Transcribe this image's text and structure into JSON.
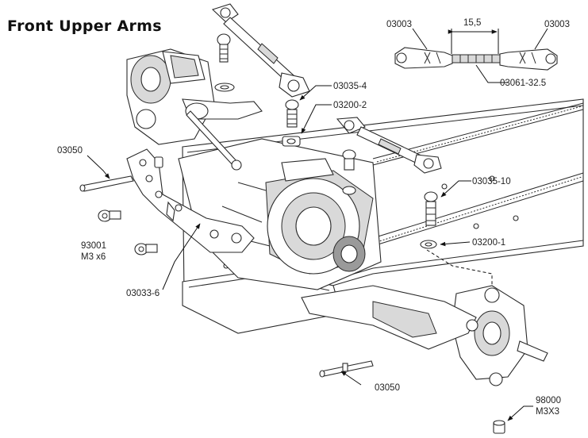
{
  "title": "Front Upper Arms",
  "labels": {
    "p03003_left": "03003",
    "p03003_right": "03003",
    "dim_15_5": "15,5",
    "p03061": "03061-32.5",
    "p03035_4": "03035-4",
    "p03200_2": "03200-2",
    "p03050_top": "03050",
    "p03035_10": "03035-10",
    "p93001": "93001",
    "p93001_size": "M3 x6",
    "p03200_1": "03200-1",
    "p03033_6": "03033-6",
    "p03050_bottom": "03050",
    "p98000": "98000",
    "p98000_size": "M3X3"
  }
}
